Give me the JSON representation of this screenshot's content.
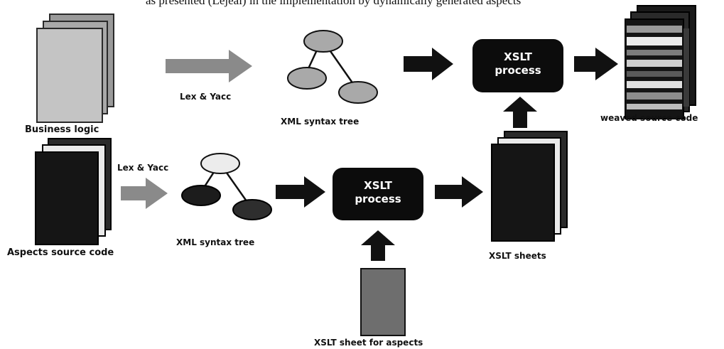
{
  "caption_top": "as presented (Lejeal) in the implementation by dynamically generated aspects",
  "nodes": {
    "business_logic": "Business logic",
    "aspects_source_code": "Aspects source code",
    "lex_yacc_top": "Lex & Yacc",
    "lex_yacc_bottom": "Lex & Yacc",
    "xml_tree_top": "XML syntax tree",
    "xml_tree_bottom": "XML syntax tree",
    "xslt_process_top_line1": "XSLT",
    "xslt_process_top_line2": "process",
    "xslt_process_bottom_line1": "XSLT",
    "xslt_process_bottom_line2": "process",
    "xslt_sheets": "XSLT sheets",
    "xslt_sheet_for_aspects": "XSLT sheet for aspects",
    "weaved_source_code": "weaved source code"
  },
  "colors": {
    "arrow_gray": "#8a8a8a",
    "arrow_black": "#111111",
    "doc_light": "#bdbdbd",
    "doc_dark": "#151515",
    "doc_mid": "#6e6e6e",
    "node_light": "#a9a9a9",
    "node_white": "#ececec",
    "node_dark": "#1c1c1c",
    "process_box": "#0c0c0c"
  }
}
